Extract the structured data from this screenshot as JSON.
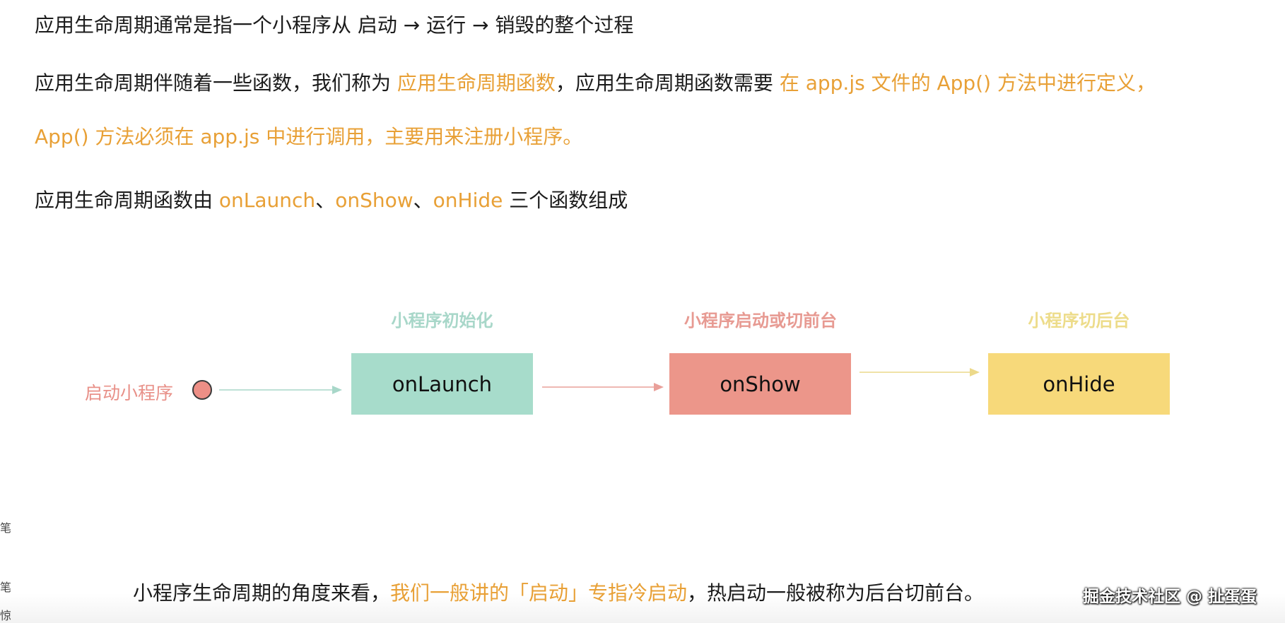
{
  "paragraphs": {
    "line1": "应用生命周期通常是指一个小程序从 启动 → 运行 → 销毁的整个过程",
    "line2_a": "应用生命周期伴随着一些函数，我们称为 ",
    "line2_b": "应用生命周期函数",
    "line2_c": "，应用生命周期函数需要 ",
    "line2_d": "在 app.js 文件的 App() 方法中进行定义，",
    "line3": "App() 方法必须在 app.js 中进行调用，主要用来注册小程序。",
    "line4_a": "应用生命周期函数由 ",
    "line4_b": "onLaunch",
    "line4_c": "、",
    "line4_d": "onShow",
    "line4_e": "、",
    "line4_f": "onHide",
    "line4_g": " 三个函数组成"
  },
  "diagram": {
    "start_label": "启动小程序",
    "stages": [
      {
        "title": "小程序初始化",
        "name": "onLaunch",
        "title_color": "#a8d7c9",
        "box_color": "#a7dccb",
        "arrow_color": "#a8d7c9"
      },
      {
        "title": "小程序启动或切前台",
        "name": "onShow",
        "title_color": "#e79a92",
        "box_color": "#ec968a",
        "arrow_color": "#e9a09a"
      },
      {
        "title": "小程序切后台",
        "name": "onHide",
        "title_color": "#eddc8a",
        "box_color": "#f7d97a",
        "arrow_color": "#ecd98a"
      }
    ]
  },
  "bottom": {
    "a": "小程序生命周期的角度来看，",
    "b": "我们一般讲的「启动」专指冷启动",
    "c": "，热启动一般被称为后台切前台。"
  },
  "watermark": "掘金技术社区 @ 扯蛋蛋",
  "edge_glyphs": [
    "笔",
    "笔",
    "惊"
  ],
  "colors": {
    "highlight": "#e8a036",
    "text": "#1b1b1b"
  }
}
